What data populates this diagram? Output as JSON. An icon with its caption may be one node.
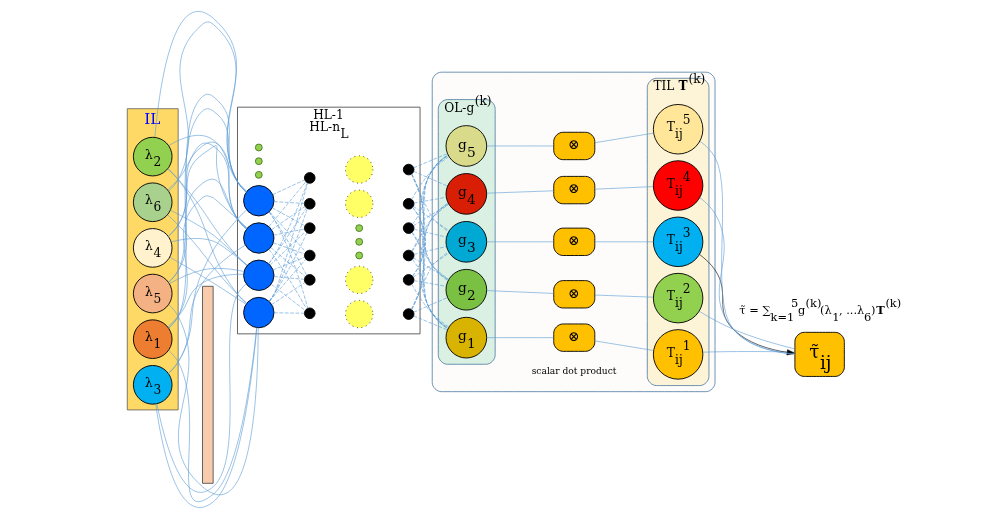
{
  "diagram": {
    "nodes": [
      {
        "text": [
          "IL"
        ]
      },
      {
        "text": [
          "λ$_{1}$"
        ],
        "in": 0
      },
      {
        "text": [
          "λ$_{2}$"
        ],
        "in": 0
      },
      {
        "text": [
          "λ$_{3}$"
        ],
        "in": 0
      },
      {
        "text": [
          "λ$_{4}$"
        ],
        "in": 0
      },
      {
        "text": [
          "λ$_{5}$"
        ],
        "in": 0
      },
      {
        "text": [
          "λ$_{6}$"
        ],
        "in": 0
      },
      {
        "text": [],
        "shape": "bar"
      },
      {
        "text": [
          "HL-1",
          "HL-n$_{L}$"
        ]
      },
      {
        "text": [],
        "shape": "circle",
        "in": 8
      },
      {
        "text": [],
        "shape": "circle",
        "in": 8
      },
      {
        "text": [],
        "shape": "circle",
        "in": 8
      },
      {
        "text": [],
        "shape": "circle",
        "in": 8
      },
      {
        "text": [],
        "shape": "circle",
        "in": 8
      },
      {
        "text": [],
        "shape": "circle",
        "in": 8
      },
      {
        "text": [],
        "shape": "circle",
        "in": 8
      },
      {
        "text": [],
        "shape": "circle",
        "in": 8
      },
      {
        "text": [],
        "shape": "circle",
        "in": 8
      },
      {
        "text": [],
        "shape": "circle",
        "in": 8
      },
      {
        "text": [],
        "shape": "circle",
        "in": 8
      },
      {
        "text": [],
        "shape": "circle",
        "in": 8
      },
      {
        "text": [],
        "shape": "circle",
        "in": 8
      },
      {
        "text": [],
        "shape": "circle",
        "in": 8
      },
      {
        "text": [],
        "shape": "circle",
        "in": 8
      },
      {
        "text": [],
        "shape": "circle",
        "in": 8
      },
      {
        "text": [],
        "shape": "circle",
        "in": 8
      },
      {
        "text": [],
        "shape": "circle",
        "in": 8
      },
      {
        "text": [],
        "shape": "circle",
        "in": 8
      },
      {
        "text": [],
        "shape": "circle",
        "in": 8
      },
      {
        "text": [],
        "shape": "circle",
        "in": 8
      },
      {
        "text": [],
        "shape": "circle",
        "in": 8
      },
      {
        "text": [],
        "shape": "circle",
        "in": 8
      },
      {
        "text": [],
        "shape": "circle",
        "in": 8
      },
      {
        "text": [],
        "shape": "circle",
        "in": 8
      },
      {
        "text": [],
        "shape": "circle",
        "in": 8
      },
      {
        "text": [],
        "shape": "box"
      },
      {
        "text": [
          "OL-g$^{(k)}$"
        ],
        "in": 35
      },
      {
        "text": [
          "g$_{1}$"
        ],
        "in": 36
      },
      {
        "text": [
          "g$_{2}$"
        ],
        "in": 36
      },
      {
        "text": [
          "g$_{3}$"
        ],
        "in": 36
      },
      {
        "text": [
          "g$_{4}$"
        ],
        "in": 36
      },
      {
        "text": [
          "g$_{5}$"
        ],
        "in": 36
      },
      {
        "text": [
          "⊗"
        ],
        "in": 35
      },
      {
        "text": [
          "⊗"
        ],
        "in": 35
      },
      {
        "text": [
          "⊗"
        ],
        "in": 35
      },
      {
        "text": [
          "⊗"
        ],
        "in": 35
      },
      {
        "text": [
          "⊗"
        ],
        "in": 35
      },
      {
        "text": [
          "TIL **T**$^{(k)}$"
        ],
        "in": 35
      },
      {
        "text": [
          "T$_{ij}$$^{1}$"
        ],
        "in": 47
      },
      {
        "text": [
          "T$_{ij}$$^{2}$"
        ],
        "in": 47
      },
      {
        "text": [
          "T$_{ij}$$^{3}$"
        ],
        "in": 47
      },
      {
        "text": [
          "T$_{ij}$$^{4}$"
        ],
        "in": 47
      },
      {
        "text": [
          "T$_{ij}$$^{5}$"
        ],
        "in": 47
      },
      {
        "text": [
          "τ̃$_{ij}$"
        ],
        "beside": [
          "τ̃ = ∑$_{k=1}$$^{5}$g$^{(k)}$(λ$_{1}$, ...λ$_{6}$)**T**$^{(k)}$"
        ]
      }
    ],
    "edges": [
      {
        "from": 1,
        "to": 9,
        "arrow": "none"
      },
      {
        "from": 1,
        "to": 10,
        "arrow": "none"
      },
      {
        "from": 1,
        "to": 14,
        "arrow": "none"
      },
      {
        "from": 1,
        "to": 15,
        "arrow": "none"
      },
      {
        "from": 2,
        "to": 9,
        "arrow": "none"
      },
      {
        "from": 2,
        "to": 10,
        "arrow": "none"
      },
      {
        "from": 2,
        "to": 14,
        "arrow": "none"
      },
      {
        "from": 2,
        "to": 15,
        "arrow": "none"
      },
      {
        "from": 3,
        "to": 9,
        "arrow": "none"
      },
      {
        "from": 3,
        "to": 10,
        "arrow": "none"
      },
      {
        "from": 3,
        "to": 14,
        "arrow": "none"
      },
      {
        "from": 3,
        "to": 15,
        "arrow": "none"
      },
      {
        "from": 4,
        "to": 9,
        "arrow": "none"
      },
      {
        "from": 4,
        "to": 10,
        "arrow": "none"
      },
      {
        "from": 4,
        "to": 14,
        "arrow": "none"
      },
      {
        "from": 4,
        "to": 15,
        "arrow": "none"
      },
      {
        "from": 5,
        "to": 9,
        "arrow": "none"
      },
      {
        "from": 5,
        "to": 10,
        "arrow": "none"
      },
      {
        "from": 5,
        "to": 14,
        "arrow": "none"
      },
      {
        "from": 5,
        "to": 15,
        "arrow": "none"
      },
      {
        "from": 6,
        "to": 9,
        "arrow": "none"
      },
      {
        "from": 6,
        "to": 10,
        "arrow": "none"
      },
      {
        "from": 6,
        "to": 14,
        "arrow": "none"
      },
      {
        "from": 6,
        "to": 15,
        "arrow": "none"
      },
      {
        "from": 9,
        "to": 16,
        "arrow": "none",
        "style": "dashed"
      },
      {
        "from": 9,
        "to": 17,
        "arrow": "none",
        "style": "dashed"
      },
      {
        "from": 9,
        "to": 18,
        "arrow": "none",
        "style": "dashed"
      },
      {
        "from": 9,
        "to": 19,
        "arrow": "none",
        "style": "dashed"
      },
      {
        "from": 9,
        "to": 20,
        "arrow": "none",
        "style": "dashed"
      },
      {
        "from": 9,
        "to": 21,
        "arrow": "none",
        "style": "dashed"
      },
      {
        "from": 10,
        "to": 16,
        "arrow": "none",
        "style": "dashed"
      },
      {
        "from": 10,
        "to": 17,
        "arrow": "none",
        "style": "dashed"
      },
      {
        "from": 10,
        "to": 18,
        "arrow": "none",
        "style": "dashed"
      },
      {
        "from": 10,
        "to": 19,
        "arrow": "none",
        "style": "dashed"
      },
      {
        "from": 10,
        "to": 20,
        "arrow": "none",
        "style": "dashed"
      },
      {
        "from": 10,
        "to": 21,
        "arrow": "none",
        "style": "dashed"
      },
      {
        "from": 14,
        "to": 16,
        "arrow": "none",
        "style": "dashed"
      },
      {
        "from": 14,
        "to": 17,
        "arrow": "none",
        "style": "dashed"
      },
      {
        "from": 14,
        "to": 18,
        "arrow": "none",
        "style": "dashed"
      },
      {
        "from": 14,
        "to": 19,
        "arrow": "none",
        "style": "dashed"
      },
      {
        "from": 14,
        "to": 20,
        "arrow": "none",
        "style": "dashed"
      },
      {
        "from": 14,
        "to": 21,
        "arrow": "none",
        "style": "dashed"
      },
      {
        "from": 15,
        "to": 16,
        "arrow": "none",
        "style": "dashed"
      },
      {
        "from": 15,
        "to": 17,
        "arrow": "none",
        "style": "dashed"
      },
      {
        "from": 15,
        "to": 18,
        "arrow": "none",
        "style": "dashed"
      },
      {
        "from": 15,
        "to": 19,
        "arrow": "none",
        "style": "dashed"
      },
      {
        "from": 15,
        "to": 20,
        "arrow": "none",
        "style": "dashed"
      },
      {
        "from": 15,
        "to": 21,
        "arrow": "none",
        "style": "dashed"
      },
      {
        "from": 29,
        "to": 37,
        "arrow": "none",
        "style": "dashed"
      },
      {
        "from": 29,
        "to": 38,
        "arrow": "none",
        "style": "dashed"
      },
      {
        "from": 29,
        "to": 39,
        "arrow": "none",
        "style": "dashed"
      },
      {
        "from": 29,
        "to": 40,
        "arrow": "none",
        "style": "dashed"
      },
      {
        "from": 29,
        "to": 41,
        "arrow": "none",
        "style": "dashed"
      },
      {
        "from": 30,
        "to": 37,
        "arrow": "none",
        "style": "dashed"
      },
      {
        "from": 30,
        "to": 38,
        "arrow": "none",
        "style": "dashed"
      },
      {
        "from": 30,
        "to": 39,
        "arrow": "none",
        "style": "dashed"
      },
      {
        "from": 30,
        "to": 40,
        "arrow": "none",
        "style": "dashed"
      },
      {
        "from": 30,
        "to": 41,
        "arrow": "none",
        "style": "dashed"
      },
      {
        "from": 31,
        "to": 37,
        "arrow": "none",
        "style": "dashed"
      },
      {
        "from": 31,
        "to": 38,
        "arrow": "none",
        "style": "dashed"
      },
      {
        "from": 31,
        "to": 39,
        "arrow": "none",
        "style": "dashed"
      },
      {
        "from": 31,
        "to": 40,
        "arrow": "none",
        "style": "dashed"
      },
      {
        "from": 31,
        "to": 41,
        "arrow": "none",
        "style": "dashed"
      },
      {
        "from": 32,
        "to": 37,
        "arrow": "none",
        "style": "dashed"
      },
      {
        "from": 32,
        "to": 38,
        "arrow": "none",
        "style": "dashed"
      },
      {
        "from": 32,
        "to": 39,
        "arrow": "none",
        "style": "dashed"
      },
      {
        "from": 32,
        "to": 40,
        "arrow": "none",
        "style": "dashed"
      },
      {
        "from": 32,
        "to": 41,
        "arrow": "none",
        "style": "dashed"
      },
      {
        "from": 33,
        "to": 37,
        "arrow": "none",
        "style": "dashed"
      },
      {
        "from": 33,
        "to": 38,
        "arrow": "none",
        "style": "dashed"
      },
      {
        "from": 33,
        "to": 39,
        "arrow": "none",
        "style": "dashed"
      },
      {
        "from": 33,
        "to": 40,
        "arrow": "none",
        "style": "dashed"
      },
      {
        "from": 33,
        "to": 41,
        "arrow": "none",
        "style": "dashed"
      },
      {
        "from": 34,
        "to": 37,
        "arrow": "none",
        "style": "dashed"
      },
      {
        "from": 34,
        "to": 38,
        "arrow": "none",
        "style": "dashed"
      },
      {
        "from": 34,
        "to": 39,
        "arrow": "none",
        "style": "dashed"
      },
      {
        "from": 34,
        "to": 40,
        "arrow": "none",
        "style": "dashed"
      },
      {
        "from": 34,
        "to": 41,
        "arrow": "none",
        "style": "dashed"
      },
      {
        "from": 37,
        "to": 42,
        "arrow": "none"
      },
      {
        "from": 38,
        "to": 43,
        "arrow": "none"
      },
      {
        "from": 39,
        "to": 44,
        "arrow": "none"
      },
      {
        "from": 40,
        "to": 45,
        "arrow": "none"
      },
      {
        "from": 41,
        "to": 46,
        "arrow": "none"
      },
      {
        "from": 42,
        "to": 48,
        "arrow": "none"
      },
      {
        "from": 43,
        "to": 49,
        "arrow": "none"
      },
      {
        "from": 44,
        "to": 50,
        "arrow": "none"
      },
      {
        "from": 45,
        "to": 51,
        "arrow": "none"
      },
      {
        "from": 46,
        "to": 52,
        "arrow": "none"
      },
      {
        "from": 48,
        "to": 53,
        "arrow": "none"
      },
      {
        "from": 49,
        "to": 53,
        "arrow": "none"
      },
      {
        "from": 50,
        "to": 53,
        "arrow": "to",
        "color": "#000000"
      },
      {
        "from": 51,
        "to": 53,
        "arrow": "none"
      },
      {
        "from": 52,
        "to": 53,
        "arrow": "none"
      }
    ],
    "labels": [
      "scalar dot product"
    ]
  }
}
